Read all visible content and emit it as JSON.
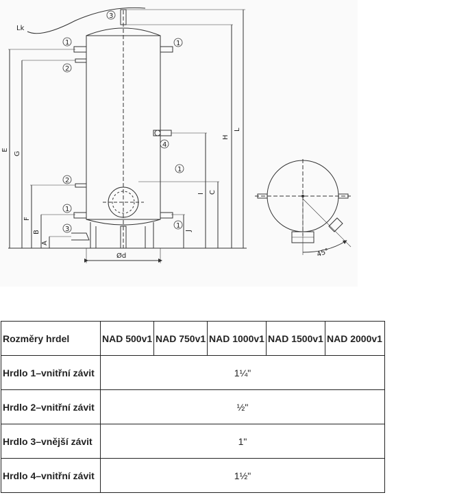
{
  "drawing": {
    "labels": {
      "lk": "Lk",
      "n1": "1",
      "n2": "2",
      "n3": "3",
      "n4": "4",
      "E": "E",
      "G": "G",
      "F": "F",
      "B": "B",
      "A": "A",
      "H": "H",
      "L": "L",
      "C": "C",
      "I": "I",
      "J": "J",
      "d": "Ød",
      "angle": "45°"
    }
  },
  "table": {
    "header": {
      "label": "Rozměry hrdel",
      "cols": [
        "NAD 500v1",
        "NAD 750v1",
        "NAD 1000v1",
        "NAD 1500v1",
        "NAD 2000v1"
      ]
    },
    "rows": [
      {
        "label": "Hrdlo 1–vnitřní závit",
        "value": "1¼\""
      },
      {
        "label": "Hrdlo 2–vnitřní závit",
        "value": "½\""
      },
      {
        "label": "Hrdlo 3–vnější závit",
        "value": "1\""
      },
      {
        "label": "Hrdlo 4–vnitřní závit",
        "value": "1½\""
      }
    ]
  }
}
